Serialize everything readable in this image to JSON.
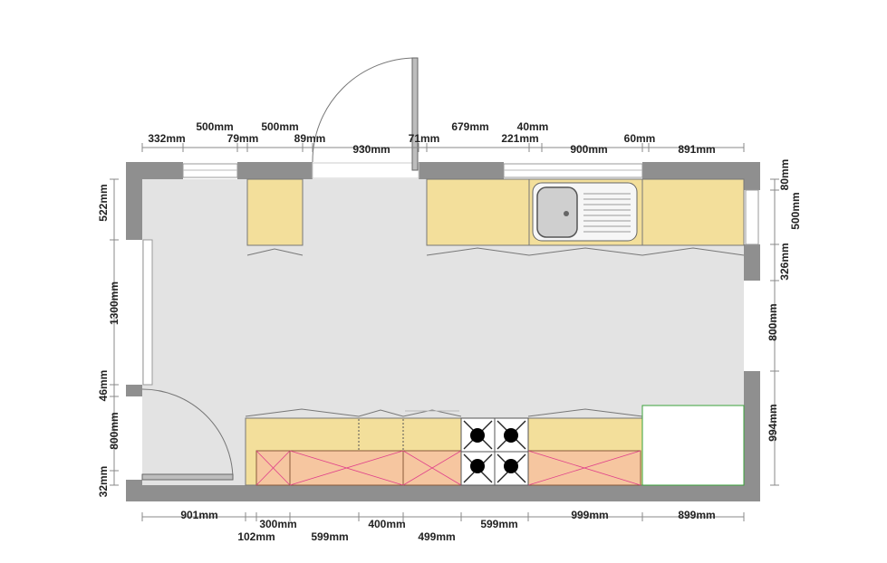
{
  "dimensions": {
    "top_row1": [
      "500mm",
      "500mm",
      "679mm",
      "40mm"
    ],
    "top_row2": [
      "332mm",
      "79mm",
      "89mm",
      "930mm",
      "71mm",
      "221mm",
      "900mm",
      "60mm",
      "891mm"
    ],
    "left": [
      "522mm",
      "1300mm",
      "46mm",
      "800mm",
      "32mm"
    ],
    "right": [
      "80mm",
      "500mm",
      "326mm",
      "800mm",
      "994mm"
    ],
    "bottom_row1": [
      "901mm",
      "300mm",
      "400mm",
      "599mm",
      "999mm",
      "899mm"
    ],
    "bottom_row2": [
      "102mm",
      "599mm",
      "499mm"
    ]
  },
  "colors": {
    "wall": "#8f8f8f",
    "floor": "#e3e3e3",
    "worktop": "#f3df9b",
    "drawer": "#f6c6a0",
    "fridge_outline": "#3aa13a"
  },
  "icons": {
    "sink": "sink-icon",
    "hob": "hob-icon",
    "door": "door-icon",
    "window": "window-icon"
  }
}
